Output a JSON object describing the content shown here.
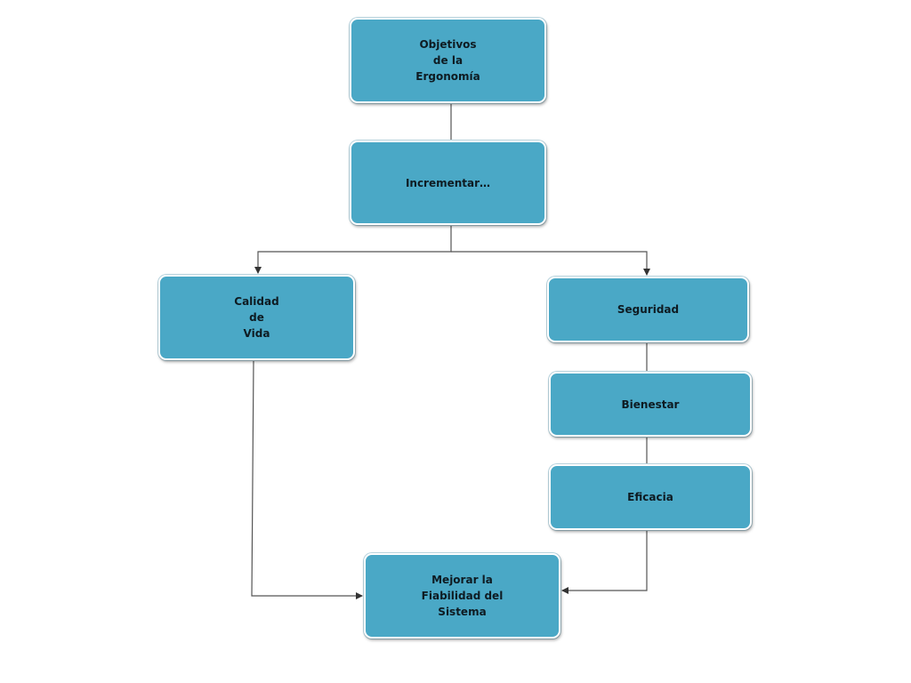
{
  "diagram": {
    "nodes": {
      "objetivos": "Objetivos\nde la\nErgonomía",
      "incrementar": "Incrementar…",
      "calidad": "Calidad\nde\nVida",
      "seguridad": "Seguridad",
      "bienestar": "Bienestar",
      "eficacia": "Eficacia",
      "mejorar": "Mejorar la\nFiabilidad del\nSistema"
    },
    "edges": [
      {
        "from": "objetivos",
        "to": "incrementar",
        "arrow": false
      },
      {
        "from": "incrementar",
        "to": "calidad",
        "arrow": true
      },
      {
        "from": "incrementar",
        "to": "seguridad",
        "arrow": true
      },
      {
        "from": "seguridad",
        "to": "bienestar",
        "arrow": false
      },
      {
        "from": "bienestar",
        "to": "eficacia",
        "arrow": false
      },
      {
        "from": "calidad",
        "to": "mejorar",
        "arrow": true
      },
      {
        "from": "eficacia",
        "to": "mejorar",
        "arrow": true
      }
    ],
    "colors": {
      "node_fill": "#4aa8c6",
      "node_text": "#0e1b22",
      "connector": "#555555"
    }
  }
}
